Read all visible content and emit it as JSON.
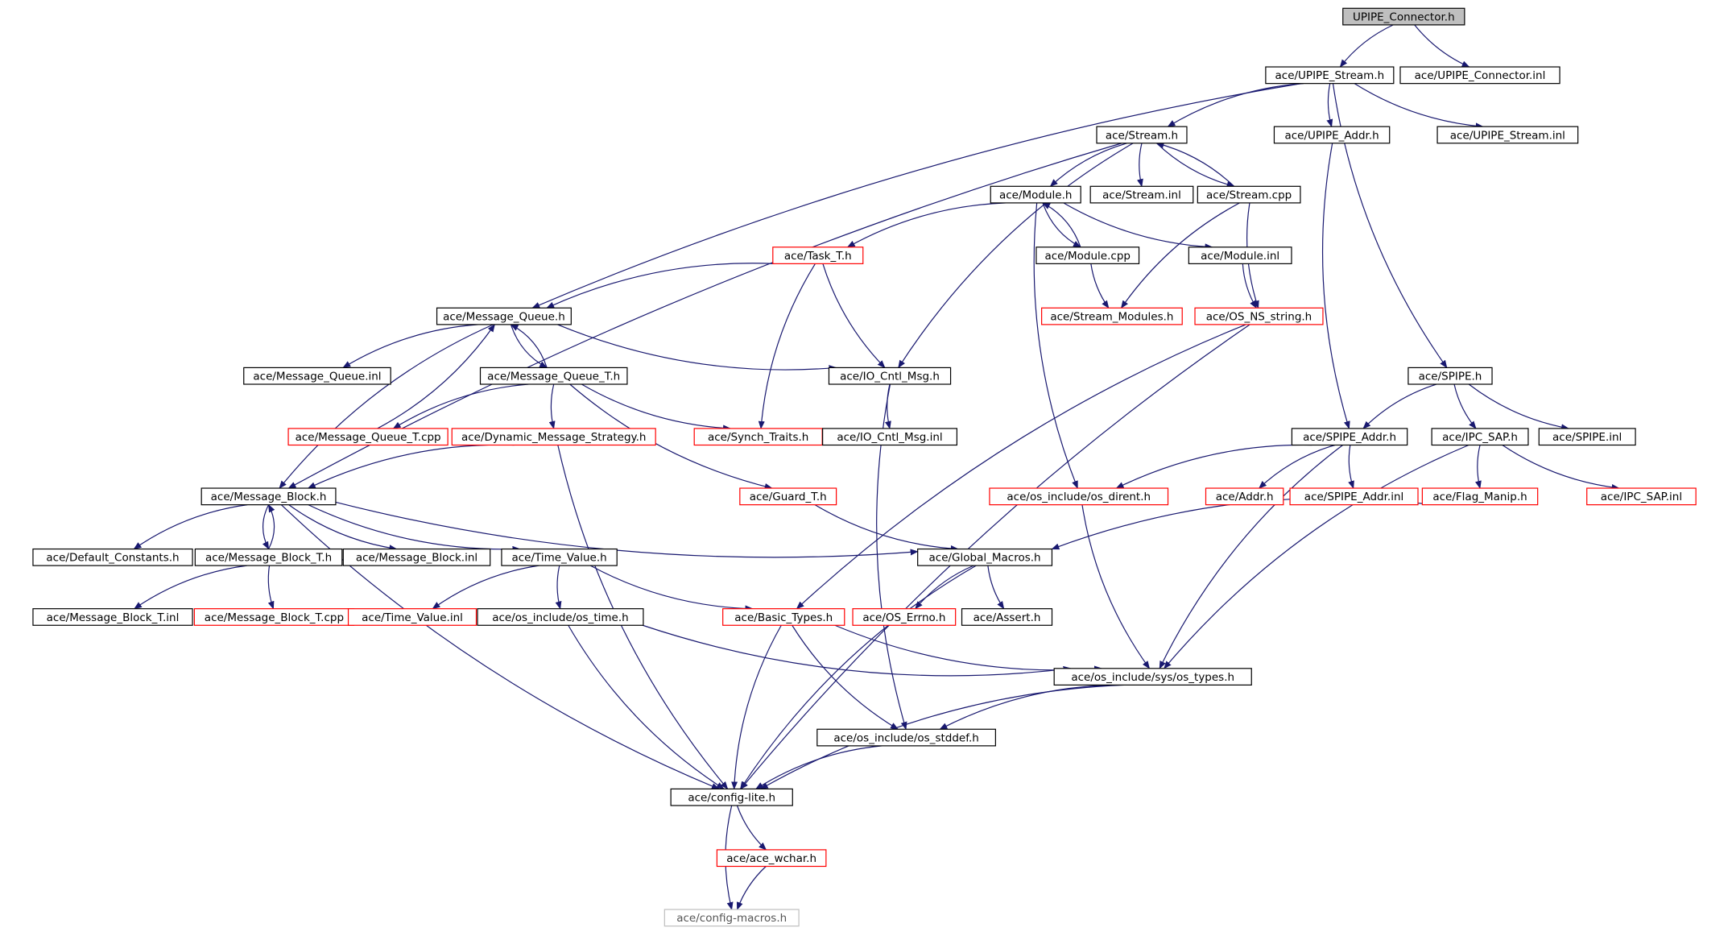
{
  "graph": {
    "colors": {
      "edge": "#191970",
      "box_normal": "#000000",
      "box_incomplete": "#ff0000",
      "box_root_fill": "#bfbfbf",
      "box_unexpanded": "#bfbfbf",
      "text": "#000000"
    },
    "nodes": [
      {
        "id": "root",
        "label": "UPIPE_Connector.h",
        "style": "root"
      },
      {
        "id": "upipe_stream_h",
        "label": "ace/UPIPE_Stream.h",
        "style": "normal"
      },
      {
        "id": "upipe_connector_inl",
        "label": "ace/UPIPE_Connector.inl",
        "style": "normal"
      },
      {
        "id": "stream_h",
        "label": "ace/Stream.h",
        "style": "normal"
      },
      {
        "id": "upipe_addr_h",
        "label": "ace/UPIPE_Addr.h",
        "style": "normal"
      },
      {
        "id": "upipe_stream_inl",
        "label": "ace/UPIPE_Stream.inl",
        "style": "normal"
      },
      {
        "id": "module_h",
        "label": "ace/Module.h",
        "style": "normal"
      },
      {
        "id": "stream_inl",
        "label": "ace/Stream.inl",
        "style": "normal"
      },
      {
        "id": "stream_cpp",
        "label": "ace/Stream.cpp",
        "style": "normal"
      },
      {
        "id": "task_t_h",
        "label": "ace/Task_T.h",
        "style": "incomplete"
      },
      {
        "id": "module_cpp",
        "label": "ace/Module.cpp",
        "style": "normal"
      },
      {
        "id": "module_inl",
        "label": "ace/Module.inl",
        "style": "normal"
      },
      {
        "id": "message_queue_h",
        "label": "ace/Message_Queue.h",
        "style": "normal"
      },
      {
        "id": "stream_modules_h",
        "label": "ace/Stream_Modules.h",
        "style": "incomplete"
      },
      {
        "id": "os_ns_string_h",
        "label": "ace/OS_NS_string.h",
        "style": "incomplete"
      },
      {
        "id": "message_queue_inl",
        "label": "ace/Message_Queue.inl",
        "style": "normal"
      },
      {
        "id": "message_queue_t_h",
        "label": "ace/Message_Queue_T.h",
        "style": "normal"
      },
      {
        "id": "io_cntl_msg_h",
        "label": "ace/IO_Cntl_Msg.h",
        "style": "normal"
      },
      {
        "id": "spipe_h",
        "label": "ace/SPIPE.h",
        "style": "normal"
      },
      {
        "id": "message_queue_t_cpp",
        "label": "ace/Message_Queue_T.cpp",
        "style": "incomplete"
      },
      {
        "id": "dynamic_message_strategy_h",
        "label": "ace/Dynamic_Message_Strategy.h",
        "style": "incomplete"
      },
      {
        "id": "synch_traits_h",
        "label": "ace/Synch_Traits.h",
        "style": "incomplete"
      },
      {
        "id": "io_cntl_msg_inl",
        "label": "ace/IO_Cntl_Msg.inl",
        "style": "normal"
      },
      {
        "id": "spipe_addr_h",
        "label": "ace/SPIPE_Addr.h",
        "style": "normal"
      },
      {
        "id": "ipc_sap_h",
        "label": "ace/IPC_SAP.h",
        "style": "normal"
      },
      {
        "id": "spipe_inl",
        "label": "ace/SPIPE.inl",
        "style": "normal"
      },
      {
        "id": "message_block_h",
        "label": "ace/Message_Block.h",
        "style": "normal"
      },
      {
        "id": "guard_t_h",
        "label": "ace/Guard_T.h",
        "style": "incomplete"
      },
      {
        "id": "os_dirent_h",
        "label": "ace/os_include/os_dirent.h",
        "style": "incomplete"
      },
      {
        "id": "addr_h",
        "label": "ace/Addr.h",
        "style": "incomplete"
      },
      {
        "id": "spipe_addr_inl",
        "label": "ace/SPIPE_Addr.inl",
        "style": "incomplete"
      },
      {
        "id": "flag_manip_h",
        "label": "ace/Flag_Manip.h",
        "style": "incomplete"
      },
      {
        "id": "ipc_sap_inl",
        "label": "ace/IPC_SAP.inl",
        "style": "incomplete"
      },
      {
        "id": "default_constants_h",
        "label": "ace/Default_Constants.h",
        "style": "normal"
      },
      {
        "id": "message_block_t_h",
        "label": "ace/Message_Block_T.h",
        "style": "normal"
      },
      {
        "id": "message_block_inl",
        "label": "ace/Message_Block.inl",
        "style": "normal"
      },
      {
        "id": "time_value_h",
        "label": "ace/Time_Value.h",
        "style": "normal"
      },
      {
        "id": "global_macros_h",
        "label": "ace/Global_Macros.h",
        "style": "normal"
      },
      {
        "id": "message_block_t_inl",
        "label": "ace/Message_Block_T.inl",
        "style": "normal"
      },
      {
        "id": "message_block_t_cpp",
        "label": "ace/Message_Block_T.cpp",
        "style": "incomplete"
      },
      {
        "id": "time_value_inl",
        "label": "ace/Time_Value.inl",
        "style": "incomplete"
      },
      {
        "id": "os_time_h",
        "label": "ace/os_include/os_time.h",
        "style": "normal"
      },
      {
        "id": "basic_types_h",
        "label": "ace/Basic_Types.h",
        "style": "incomplete"
      },
      {
        "id": "os_errno_h",
        "label": "ace/OS_Errno.h",
        "style": "incomplete"
      },
      {
        "id": "assert_h",
        "label": "ace/Assert.h",
        "style": "normal"
      },
      {
        "id": "os_types_h",
        "label": "ace/os_include/sys/os_types.h",
        "style": "normal"
      },
      {
        "id": "os_stddef_h",
        "label": "ace/os_include/os_stddef.h",
        "style": "normal"
      },
      {
        "id": "config_lite_h",
        "label": "ace/config-lite.h",
        "style": "normal"
      },
      {
        "id": "ace_wchar_h",
        "label": "ace/ace_wchar.h",
        "style": "incomplete"
      },
      {
        "id": "config_macros_h",
        "label": "ace/config-macros.h",
        "style": "unexpanded"
      }
    ],
    "edges": [
      [
        "root",
        "upipe_stream_h"
      ],
      [
        "root",
        "upipe_connector_inl"
      ],
      [
        "upipe_stream_h",
        "stream_h"
      ],
      [
        "upipe_stream_h",
        "upipe_addr_h"
      ],
      [
        "upipe_stream_h",
        "upipe_stream_inl"
      ],
      [
        "upipe_stream_h",
        "message_queue_h"
      ],
      [
        "upipe_stream_h",
        "spipe_h"
      ],
      [
        "stream_h",
        "module_h"
      ],
      [
        "stream_h",
        "stream_inl"
      ],
      [
        "stream_h",
        "stream_cpp"
      ],
      [
        "stream_h",
        "io_cntl_msg_h"
      ],
      [
        "stream_h",
        "message_block_h"
      ],
      [
        "stream_cpp",
        "stream_h"
      ],
      [
        "stream_cpp",
        "stream_modules_h"
      ],
      [
        "stream_cpp",
        "os_ns_string_h"
      ],
      [
        "module_h",
        "task_t_h"
      ],
      [
        "module_h",
        "module_cpp"
      ],
      [
        "module_h",
        "module_inl"
      ],
      [
        "module_h",
        "os_dirent_h"
      ],
      [
        "module_cpp",
        "module_h"
      ],
      [
        "module_cpp",
        "stream_modules_h"
      ],
      [
        "module_inl",
        "os_ns_string_h"
      ],
      [
        "task_t_h",
        "message_queue_h"
      ],
      [
        "task_t_h",
        "io_cntl_msg_h"
      ],
      [
        "task_t_h",
        "synch_traits_h"
      ],
      [
        "os_ns_string_h",
        "basic_types_h"
      ],
      [
        "os_ns_string_h",
        "config_lite_h"
      ],
      [
        "message_queue_h",
        "message_queue_inl"
      ],
      [
        "message_queue_h",
        "message_queue_t_h"
      ],
      [
        "message_queue_h",
        "io_cntl_msg_h"
      ],
      [
        "message_queue_h",
        "message_block_h"
      ],
      [
        "message_queue_t_h",
        "message_queue_h"
      ],
      [
        "message_queue_t_h",
        "message_queue_t_cpp"
      ],
      [
        "message_queue_t_h",
        "dynamic_message_strategy_h"
      ],
      [
        "message_queue_t_h",
        "synch_traits_h"
      ],
      [
        "message_queue_t_h",
        "guard_t_h"
      ],
      [
        "message_queue_t_cpp",
        "message_queue_h"
      ],
      [
        "dynamic_message_strategy_h",
        "message_block_h"
      ],
      [
        "dynamic_message_strategy_h",
        "config_lite_h"
      ],
      [
        "io_cntl_msg_h",
        "io_cntl_msg_inl"
      ],
      [
        "io_cntl_msg_h",
        "os_stddef_h"
      ],
      [
        "upipe_addr_h",
        "spipe_addr_h"
      ],
      [
        "spipe_h",
        "spipe_addr_h"
      ],
      [
        "spipe_h",
        "ipc_sap_h"
      ],
      [
        "spipe_h",
        "spipe_inl"
      ],
      [
        "spipe_addr_h",
        "os_dirent_h"
      ],
      [
        "spipe_addr_h",
        "addr_h"
      ],
      [
        "spipe_addr_h",
        "spipe_addr_inl"
      ],
      [
        "spipe_addr_h",
        "os_types_h"
      ],
      [
        "ipc_sap_h",
        "flag_manip_h"
      ],
      [
        "ipc_sap_h",
        "ipc_sap_inl"
      ],
      [
        "ipc_sap_h",
        "os_types_h"
      ],
      [
        "flag_manip_h",
        "global_macros_h"
      ],
      [
        "guard_t_h",
        "global_macros_h"
      ],
      [
        "os_dirent_h",
        "os_types_h"
      ],
      [
        "message_block_h",
        "default_constants_h"
      ],
      [
        "message_block_h",
        "message_block_t_h"
      ],
      [
        "message_block_h",
        "message_block_inl"
      ],
      [
        "message_block_h",
        "time_value_h"
      ],
      [
        "message_block_h",
        "global_macros_h"
      ],
      [
        "message_block_h",
        "config_lite_h"
      ],
      [
        "message_block_t_h",
        "message_block_h"
      ],
      [
        "message_block_t_h",
        "message_block_t_inl"
      ],
      [
        "message_block_t_h",
        "message_block_t_cpp"
      ],
      [
        "time_value_h",
        "time_value_inl"
      ],
      [
        "time_value_h",
        "os_time_h"
      ],
      [
        "time_value_h",
        "basic_types_h"
      ],
      [
        "global_macros_h",
        "os_errno_h"
      ],
      [
        "global_macros_h",
        "assert_h"
      ],
      [
        "global_macros_h",
        "config_lite_h"
      ],
      [
        "os_time_h",
        "os_types_h"
      ],
      [
        "os_time_h",
        "config_lite_h"
      ],
      [
        "basic_types_h",
        "os_types_h"
      ],
      [
        "basic_types_h",
        "os_stddef_h"
      ],
      [
        "basic_types_h",
        "config_lite_h"
      ],
      [
        "os_types_h",
        "os_stddef_h"
      ],
      [
        "os_types_h",
        "config_lite_h"
      ],
      [
        "os_stddef_h",
        "config_lite_h"
      ],
      [
        "config_lite_h",
        "ace_wchar_h"
      ],
      [
        "config_lite_h",
        "config_macros_h"
      ],
      [
        "ace_wchar_h",
        "config_macros_h"
      ]
    ]
  }
}
